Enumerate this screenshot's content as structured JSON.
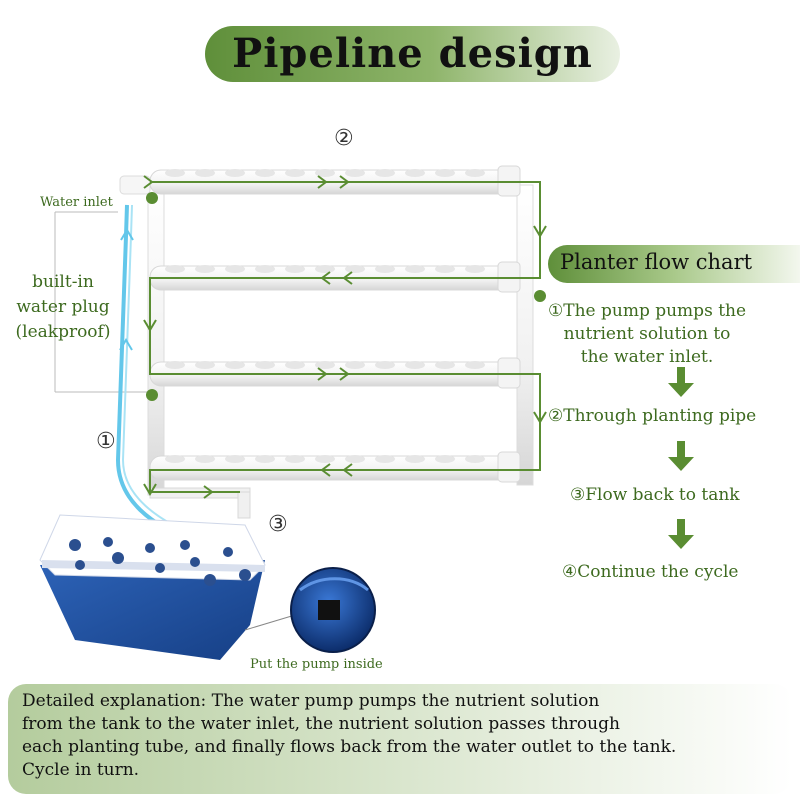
{
  "title": "Pipeline design",
  "left_labels": {
    "water_inlet": "Water inlet",
    "water_plug": "built-in\nwater plug\n(leakproof)"
  },
  "markers": {
    "one": "①",
    "two": "②",
    "three": "③"
  },
  "pump_label": "Put the pump inside",
  "flow_chart": {
    "title": "Planter flow chart",
    "steps": [
      "①The pump pumps the\nnutrient solution to\nthe water inlet.",
      "②Through planting pipe",
      "③Flow back to tank",
      "④Continue the cycle"
    ]
  },
  "explanation": "Detailed explanation: The water pump pumps the nutrient solution\nfrom the tank to the water inlet, the nutrient solution passes through\neach planting tube, and finally flows back from the water outlet to the tank.\nCycle in turn.",
  "colors": {
    "accent_green": "#3d6a1f",
    "pipe": "#f2f2f2",
    "tank_blue": "#1f4f9e",
    "water": "#63c7ea"
  }
}
